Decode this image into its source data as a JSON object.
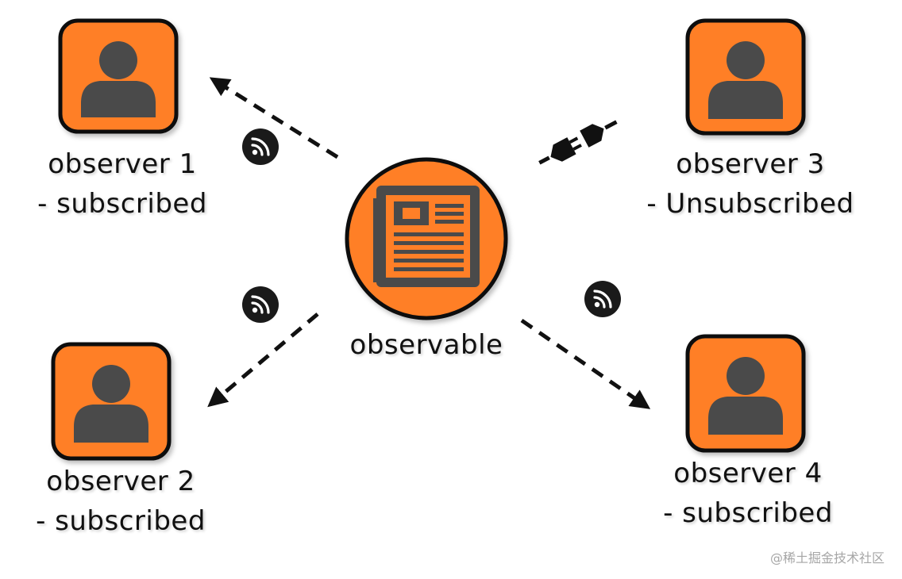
{
  "colors": {
    "accent": "#FF7F27",
    "icon": "#4A4A4A",
    "stroke": "#111111",
    "badge": "#1A1A1A"
  },
  "observable": {
    "label": "observable",
    "icon": "newspaper-icon"
  },
  "observers": [
    {
      "id": "observer-1",
      "name": "observer 1",
      "status": "- subscribed",
      "icon": "user-icon"
    },
    {
      "id": "observer-2",
      "name": "observer 2",
      "status": "- subscribed",
      "icon": "user-icon"
    },
    {
      "id": "observer-3",
      "name": "observer 3",
      "status": "- Unsubscribed",
      "icon": "user-icon"
    },
    {
      "id": "observer-4",
      "name": "observer 4",
      "status": "- subscribed",
      "icon": "user-icon"
    }
  ],
  "connections": [
    {
      "from": "observable",
      "to": "observer-1",
      "type": "subscribed-feed",
      "icon": "rss-icon"
    },
    {
      "from": "observable",
      "to": "observer-2",
      "type": "subscribed-feed",
      "icon": "rss-icon"
    },
    {
      "from": "observable",
      "to": "observer-3",
      "type": "unplugged",
      "icon": "unplugged-icon"
    },
    {
      "from": "observable",
      "to": "observer-4",
      "type": "subscribed-feed",
      "icon": "rss-icon"
    }
  ],
  "watermark": "@稀土掘金技术社区"
}
